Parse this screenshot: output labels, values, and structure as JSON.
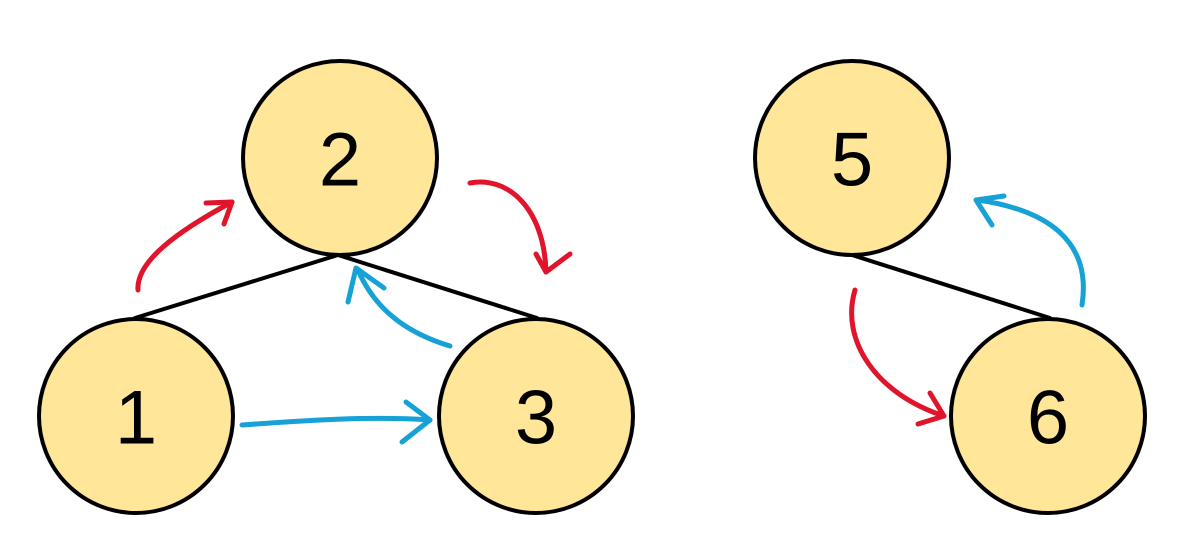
{
  "colors": {
    "node_fill": "#FFE699",
    "node_stroke": "#000000",
    "edge": "#000000",
    "arrow_red": "#E0142A",
    "arrow_blue": "#16A2D6"
  },
  "nodes": [
    {
      "id": "n1",
      "label": "1"
    },
    {
      "id": "n2",
      "label": "2"
    },
    {
      "id": "n3",
      "label": "3"
    },
    {
      "id": "n5",
      "label": "5"
    },
    {
      "id": "n6",
      "label": "6"
    }
  ],
  "edges": [
    {
      "from": "1",
      "to": "2"
    },
    {
      "from": "2",
      "to": "3"
    },
    {
      "from": "5",
      "to": "6"
    }
  ],
  "arrows": [
    {
      "from": "1",
      "to": "2",
      "color": "red"
    },
    {
      "from": "2",
      "to": "3",
      "color": "red"
    },
    {
      "from": "3",
      "to": "2",
      "color": "blue"
    },
    {
      "from": "1",
      "to": "3",
      "color": "blue"
    },
    {
      "from": "5",
      "to": "6",
      "color": "red"
    },
    {
      "from": "6",
      "to": "5",
      "color": "blue"
    }
  ]
}
